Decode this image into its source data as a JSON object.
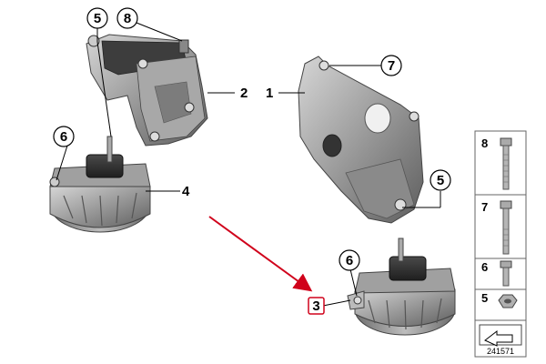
{
  "diagram": {
    "parts": [
      {
        "id": "part-1",
        "label": "1"
      },
      {
        "id": "part-2",
        "label": "2"
      },
      {
        "id": "part-3",
        "label": "3"
      },
      {
        "id": "part-4",
        "label": "4"
      },
      {
        "id": "part-5a",
        "label": "5"
      },
      {
        "id": "part-5b",
        "label": "5"
      },
      {
        "id": "part-6a",
        "label": "6"
      },
      {
        "id": "part-6b",
        "label": "6"
      },
      {
        "id": "part-7",
        "label": "7"
      },
      {
        "id": "part-8",
        "label": "8"
      }
    ],
    "legend": [
      {
        "label": "8"
      },
      {
        "label": "7"
      },
      {
        "label": "6"
      },
      {
        "label": "5"
      }
    ],
    "footer_code": "241571",
    "colors": {
      "part_fill": "#8d8d8d",
      "part_dark": "#3a3a3a",
      "part_light": "#c9c9c9",
      "highlight": "#d0021b",
      "arrow": "#d0021b"
    }
  }
}
